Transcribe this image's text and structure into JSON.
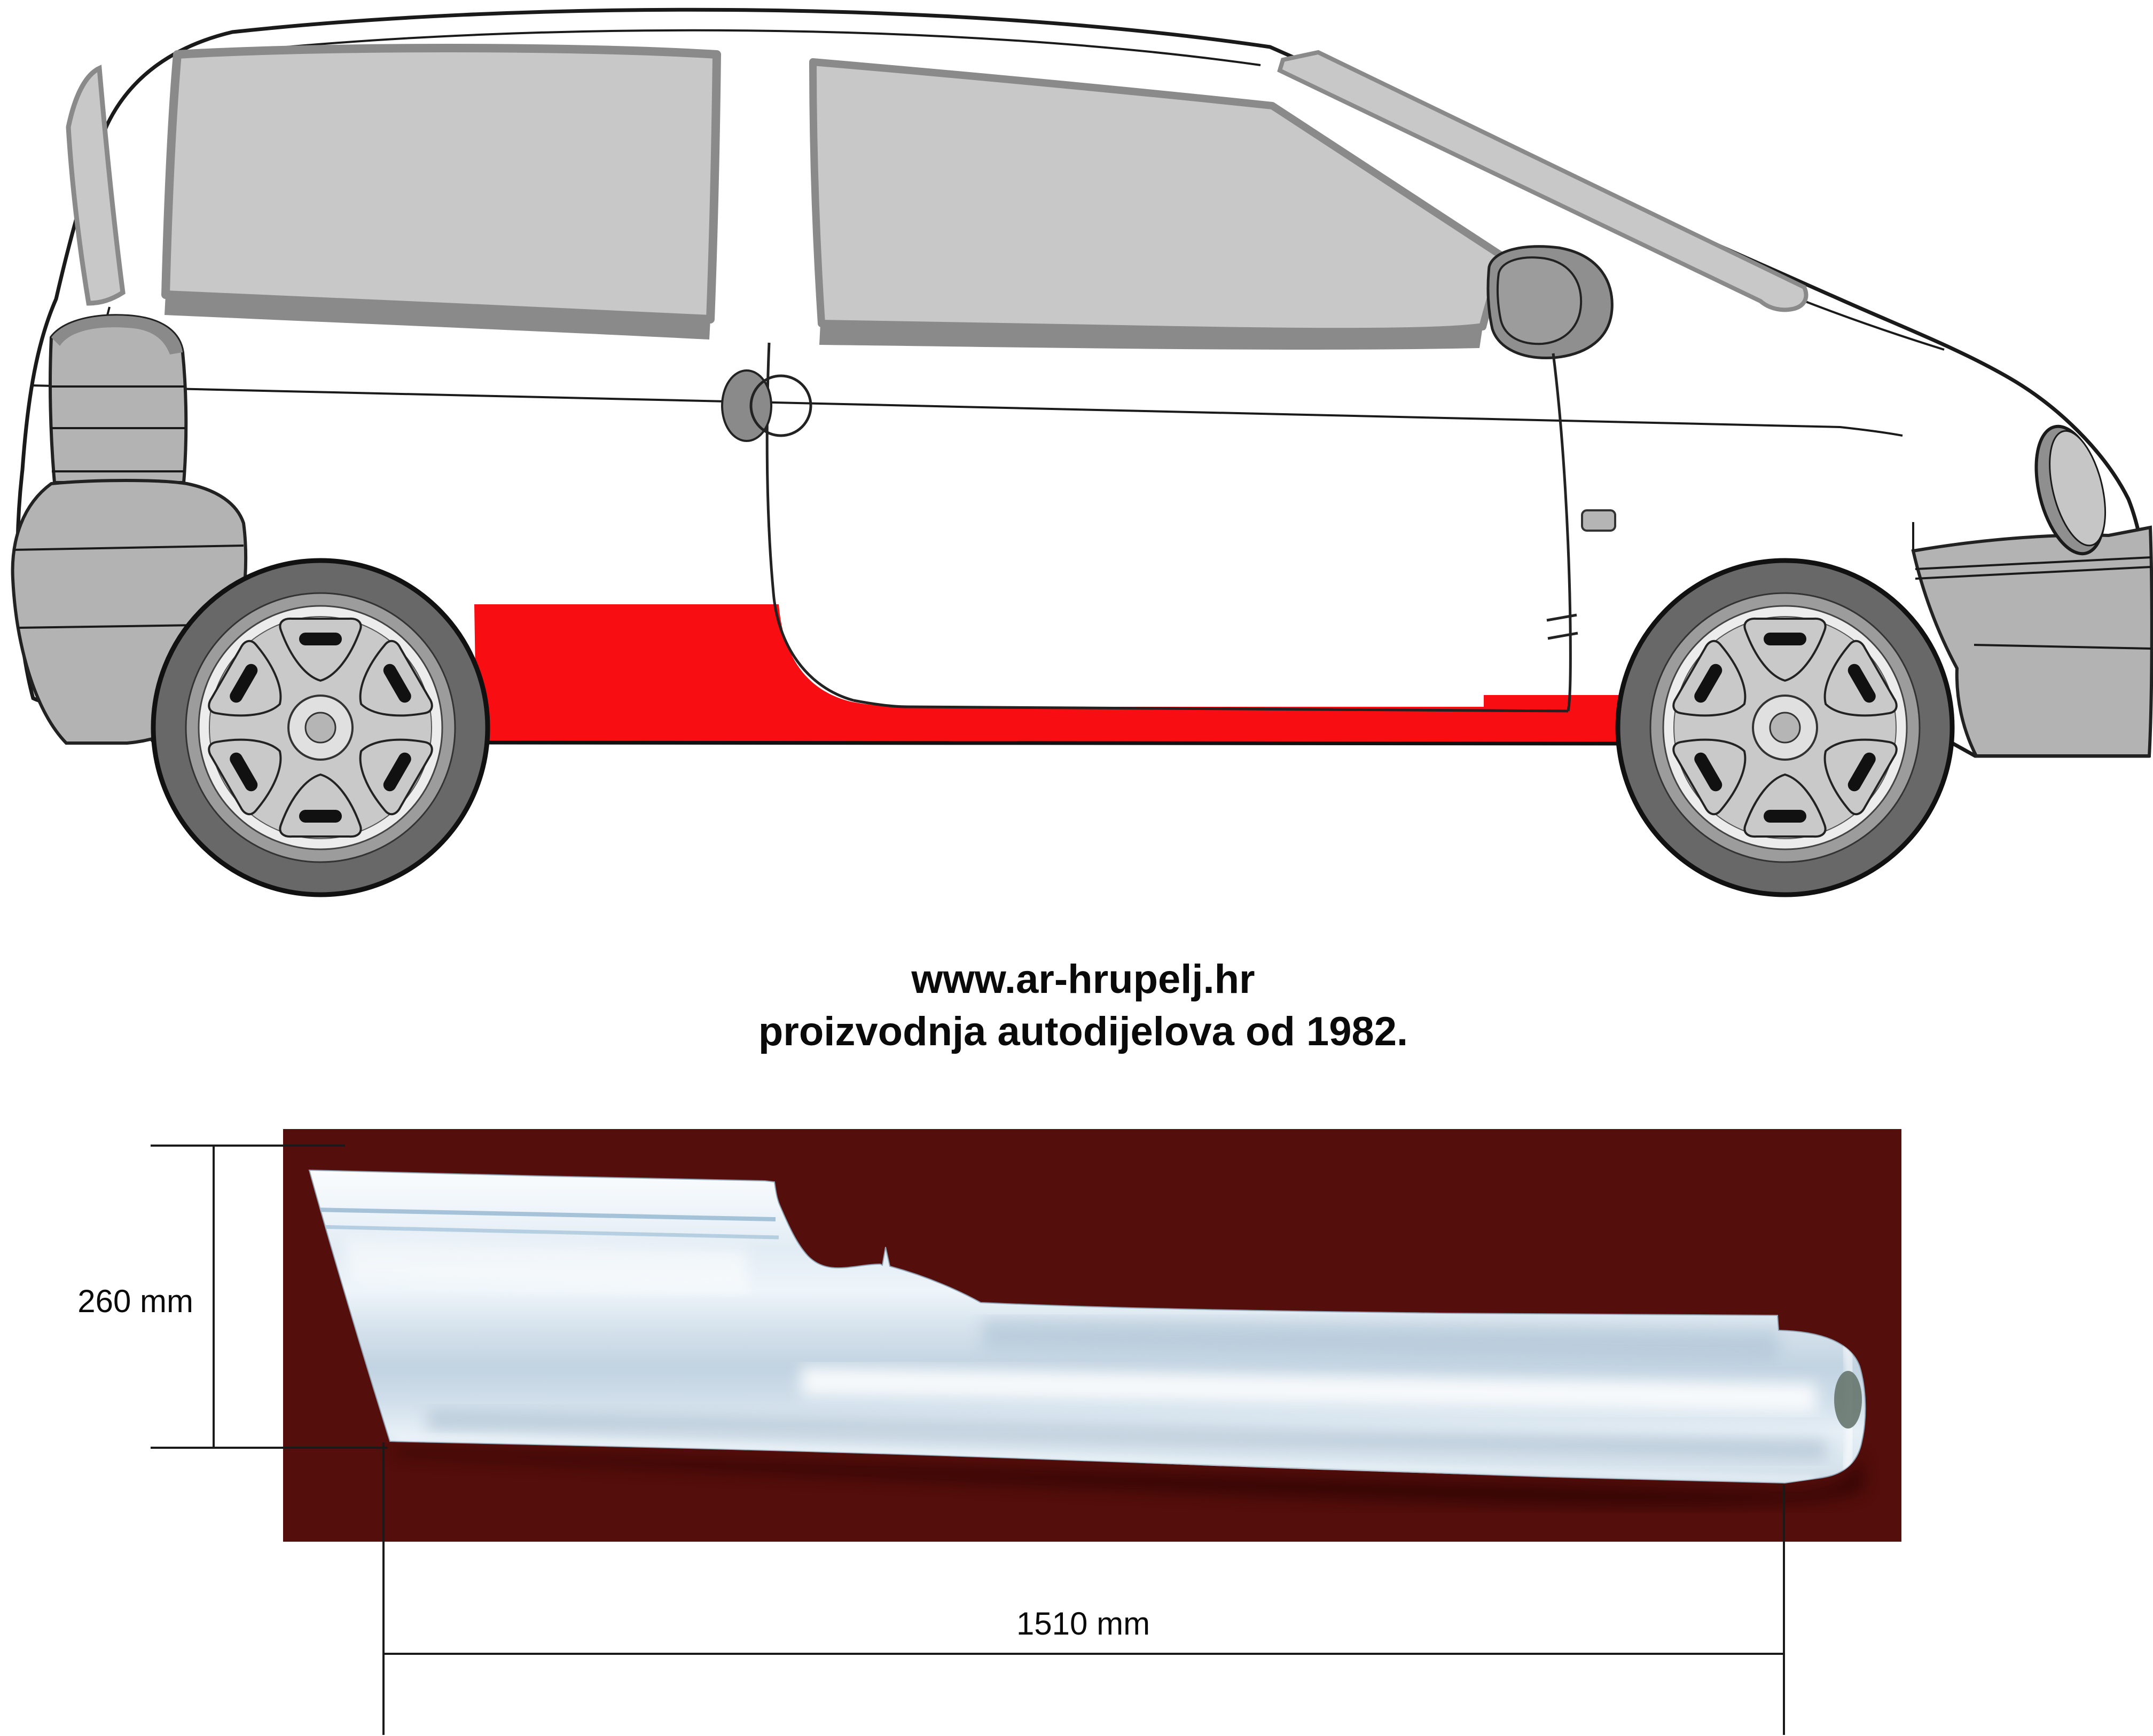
{
  "branding": {
    "website": "www.ar-hrupelj.hr",
    "tagline": "proizvodnja autodijelova od 1982."
  },
  "diagram": {
    "subject": "car side view with replacement sill panel highlighted",
    "highlight_color": "#f80e12"
  },
  "photo": {
    "background_color": "#540e0b",
    "part": "full sill rocker panel"
  },
  "dimensions": {
    "height_label": "260 mm",
    "length_label": "1510 mm"
  },
  "colors": {
    "body_outline": "#1a1a1a",
    "glass_gray": "#c8c8c8",
    "frame_gray": "#8a8a8a",
    "trim_gray": "#b3b3b3",
    "tire_gray": "#686868",
    "arch_black": "#0d0d0d"
  }
}
